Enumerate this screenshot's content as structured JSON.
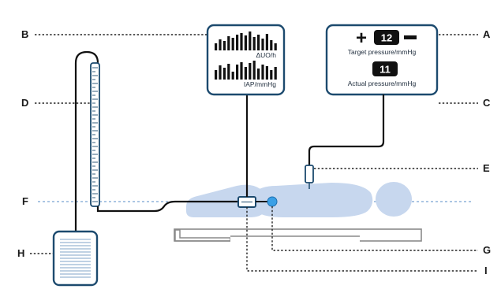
{
  "callouts": {
    "A": "A",
    "B": "B",
    "C": "C",
    "D": "D",
    "E": "E",
    "F": "F",
    "G": "G",
    "H": "H",
    "I": "I"
  },
  "monitor": {
    "top_label": "ΔUO/h",
    "bottom_label": "IAP/mmHg"
  },
  "pressure_panel": {
    "plus_symbol": "+",
    "minus_symbol": "—",
    "target_value": "12",
    "target_label": "Target pressure/mmHg",
    "actual_value": "11",
    "actual_label": "Actual pressure/mmHg"
  },
  "colors": {
    "outline_blue": "#1c4a6e",
    "patient_fill": "#c7d7ee",
    "sensor_blue": "#3aa0e6",
    "dotted_line_blue": "#8fb4da",
    "ink": "#111111"
  }
}
